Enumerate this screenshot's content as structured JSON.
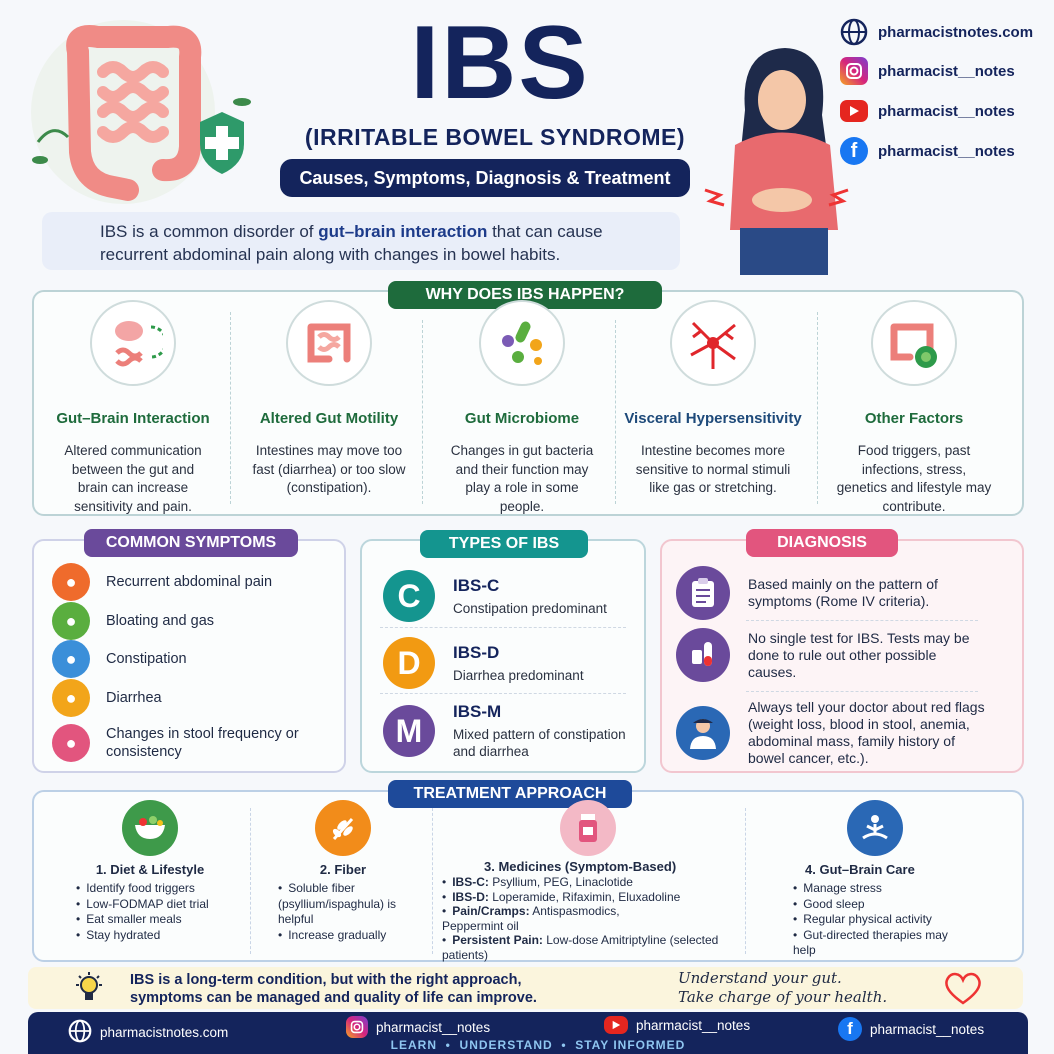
{
  "header": {
    "title": "IBS",
    "subtitle": "(IRRITABLE BOWEL SYNDROME)",
    "pill": "Causes, Symptoms, Diagnosis & Treatment",
    "intro_1": "IBS is a common disorder of ",
    "intro_bold": "gut–brain interaction",
    "intro_2": " that can cause",
    "intro_3": "recurrent abdominal pain along with changes in bowel habits."
  },
  "social": {
    "website": "pharmacistnotes.com",
    "instagram": "pharmacist__notes",
    "youtube": "pharmacist__notes",
    "facebook": "pharmacist__notes"
  },
  "why": {
    "title": "WHY DOES IBS HAPPEN?",
    "items": [
      {
        "icon": "brain-gut-icon",
        "h": "Gut–Brain Interaction",
        "d": "Altered communication between the gut and brain can increase sensitivity and pain."
      },
      {
        "icon": "intestine-icon",
        "h": "Altered Gut Motility",
        "d": "Intestines may move too fast (diarrhea) or too slow (constipation)."
      },
      {
        "icon": "bacteria-icon",
        "h": "Gut Microbiome",
        "d": "Changes in gut bacteria and their function may play a role in some people."
      },
      {
        "icon": "nerve-icon",
        "h": "Visceral Hypersensitivity",
        "d": "Intestine becomes more sensitive to normal stimuli like gas or stretching."
      },
      {
        "icon": "colon-virus-icon",
        "h": "Other Factors",
        "d": "Food triggers, past infections, stress, genetics and lifestyle may contribute."
      }
    ]
  },
  "symptoms": {
    "title": "COMMON SYMPTOMS",
    "items": [
      {
        "label": "Recurrent abdominal pain",
        "color": "#ef6b2c",
        "icon": "pain-icon"
      },
      {
        "label": "Bloating and gas",
        "color": "#5aae3f",
        "icon": "bloating-icon"
      },
      {
        "label": "Constipation",
        "color": "#3b8fd9",
        "icon": "toilet-icon"
      },
      {
        "label": "Diarrhea",
        "color": "#f2a51a",
        "icon": "toilet-icon"
      },
      {
        "label": "Changes in stool frequency or consistency",
        "color": "#e2557e",
        "icon": "intestine-icon"
      }
    ]
  },
  "types": {
    "title": "TYPES OF IBS",
    "items": [
      {
        "letter": "C",
        "name": "IBS-C",
        "desc": "Constipation predominant",
        "color": "#14958f"
      },
      {
        "letter": "D",
        "name": "IBS-D",
        "desc": "Diarrhea predominant",
        "color": "#f29a12"
      },
      {
        "letter": "M",
        "name": "IBS-M",
        "desc": "Mixed pattern of constipation and diarrhea",
        "color": "#6a4a9b"
      }
    ]
  },
  "diagnosis": {
    "title": "DIAGNOSIS",
    "items": [
      {
        "icon": "clipboard-icon",
        "text": "Based mainly on the pattern of symptoms (Rome IV criteria)."
      },
      {
        "icon": "test-tube-icon",
        "text": "No single test for IBS. Tests may be done to rule out other possible causes."
      },
      {
        "icon": "doctor-icon",
        "text": "Always tell your doctor about red flags (weight loss, blood in stool, anemia, abdominal mass, family history of bowel cancer, etc.)."
      }
    ]
  },
  "treatment": {
    "title": "TREATMENT APPROACH",
    "cols": [
      {
        "h": "1. Diet & Lifestyle",
        "icon": "salad-icon",
        "items": [
          "Identify food triggers",
          "Low-FODMAP diet trial",
          "Eat smaller meals",
          "Stay hydrated"
        ]
      },
      {
        "h": "2. Fiber",
        "icon": "wheat-icon",
        "items": [
          "Soluble fiber (psyllium/ispaghula) is helpful",
          "Increase gradually"
        ]
      },
      {
        "h": "3. Medicines (Symptom-Based)",
        "icon": "pills-icon",
        "items": [
          {
            "b": "IBS-C:",
            "t": " Psyllium, PEG, Linaclotide"
          },
          {
            "b": "IBS-D:",
            "t": " Loperamide, Rifaximin, Eluxadoline"
          },
          {
            "b": "Pain/Cramps:",
            "t": " Antispasmodics, Peppermint oil"
          },
          {
            "b": "Persistent Pain:",
            "t": " Low-dose Amitriptyline (selected patients)"
          }
        ]
      },
      {
        "h": "4. Gut–Brain Care",
        "icon": "meditation-icon",
        "items": [
          "Manage stress",
          "Good sleep",
          "Regular physical activity",
          "Gut-directed therapies may help"
        ]
      }
    ]
  },
  "bottom": {
    "msg1": "IBS is a long-term condition, but with the right approach,",
    "msg2": "symptoms can be managed and quality of life can improve.",
    "script1": "Understand your gut.",
    "script2": "Take charge of your health."
  },
  "footer": {
    "website": "pharmacistnotes.com",
    "instagram": "pharmacist__notes",
    "youtube": "pharmacist__notes",
    "facebook": "pharmacist__notes",
    "tag1": "LEARN",
    "tag2": "UNDERSTAND",
    "tag3": "STAY INFORMED"
  }
}
